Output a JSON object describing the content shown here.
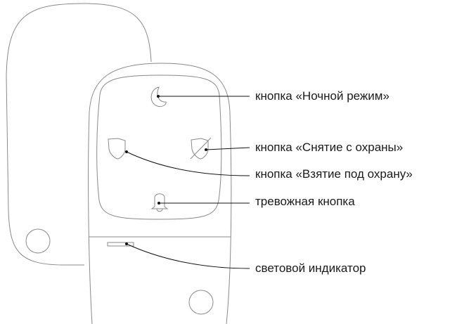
{
  "labels": {
    "night_mode": "кнопка «Ночной режим»",
    "disarm": "кнопка «Снятие с охраны»",
    "arm": "кнопка «Взятие под охрану»",
    "panic": "тревожная кнопка",
    "led": "световой индикатор"
  },
  "colors": {
    "outline": "#8a8a8a",
    "leader": "#111111"
  }
}
